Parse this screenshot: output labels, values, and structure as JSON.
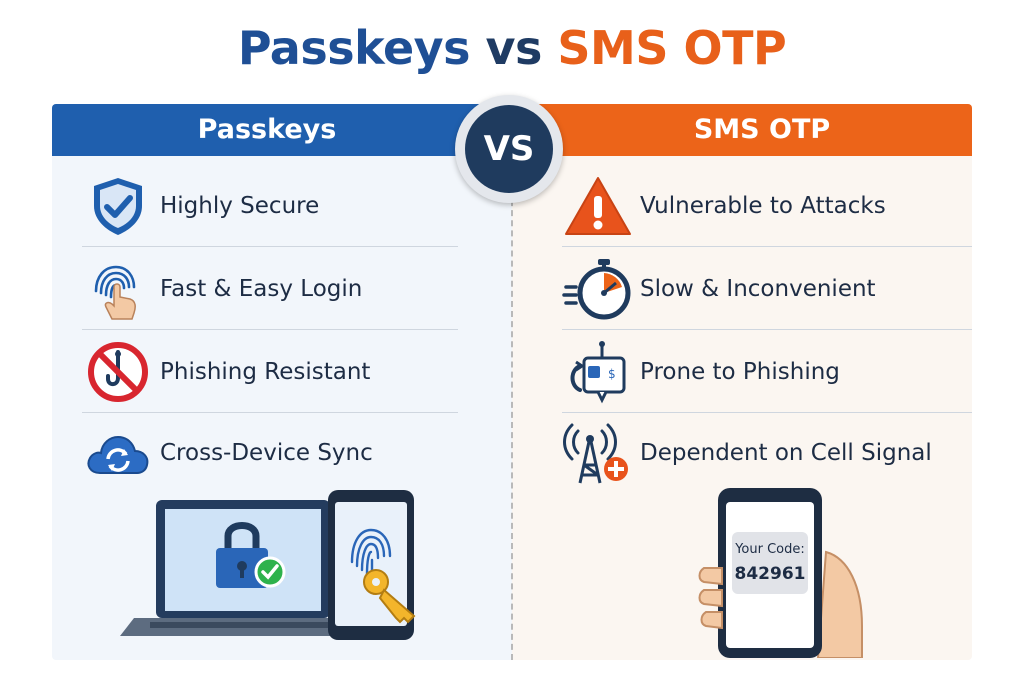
{
  "title": {
    "part1": "Passkeys",
    "part2": "vs",
    "part3": "SMS OTP"
  },
  "vs_badge": "VS",
  "passkeys": {
    "header": "Passkeys",
    "features": [
      {
        "label": "Highly Secure",
        "icon": "shield-check-icon"
      },
      {
        "label": "Fast & Easy Login",
        "icon": "fingerprint-tap-icon"
      },
      {
        "label": "Phishing Resistant",
        "icon": "no-phishing-hook-icon"
      },
      {
        "label": "Cross-Device Sync",
        "icon": "cloud-sync-icon"
      }
    ],
    "illustration": [
      "laptop-lock-icon",
      "phone-fingerprint-key-icon"
    ]
  },
  "sms_otp": {
    "header": "SMS OTP",
    "features": [
      {
        "label": "Vulnerable to Attacks",
        "icon": "warning-triangle-icon"
      },
      {
        "label": "Slow & Inconvenient",
        "icon": "stopwatch-icon"
      },
      {
        "label": "Prone to Phishing",
        "icon": "sms-phishing-hook-icon"
      },
      {
        "label": "Dependent on Cell Signal",
        "icon": "cell-tower-icon"
      }
    ],
    "illustration": {
      "icon": "hand-phone-sms-icon",
      "code_label": "Your Code:",
      "code_value": "842961"
    }
  },
  "colors": {
    "blue": "#1f5fae",
    "orange": "#ec6419",
    "navy": "#1f3b5e",
    "green": "#2eb24c"
  }
}
